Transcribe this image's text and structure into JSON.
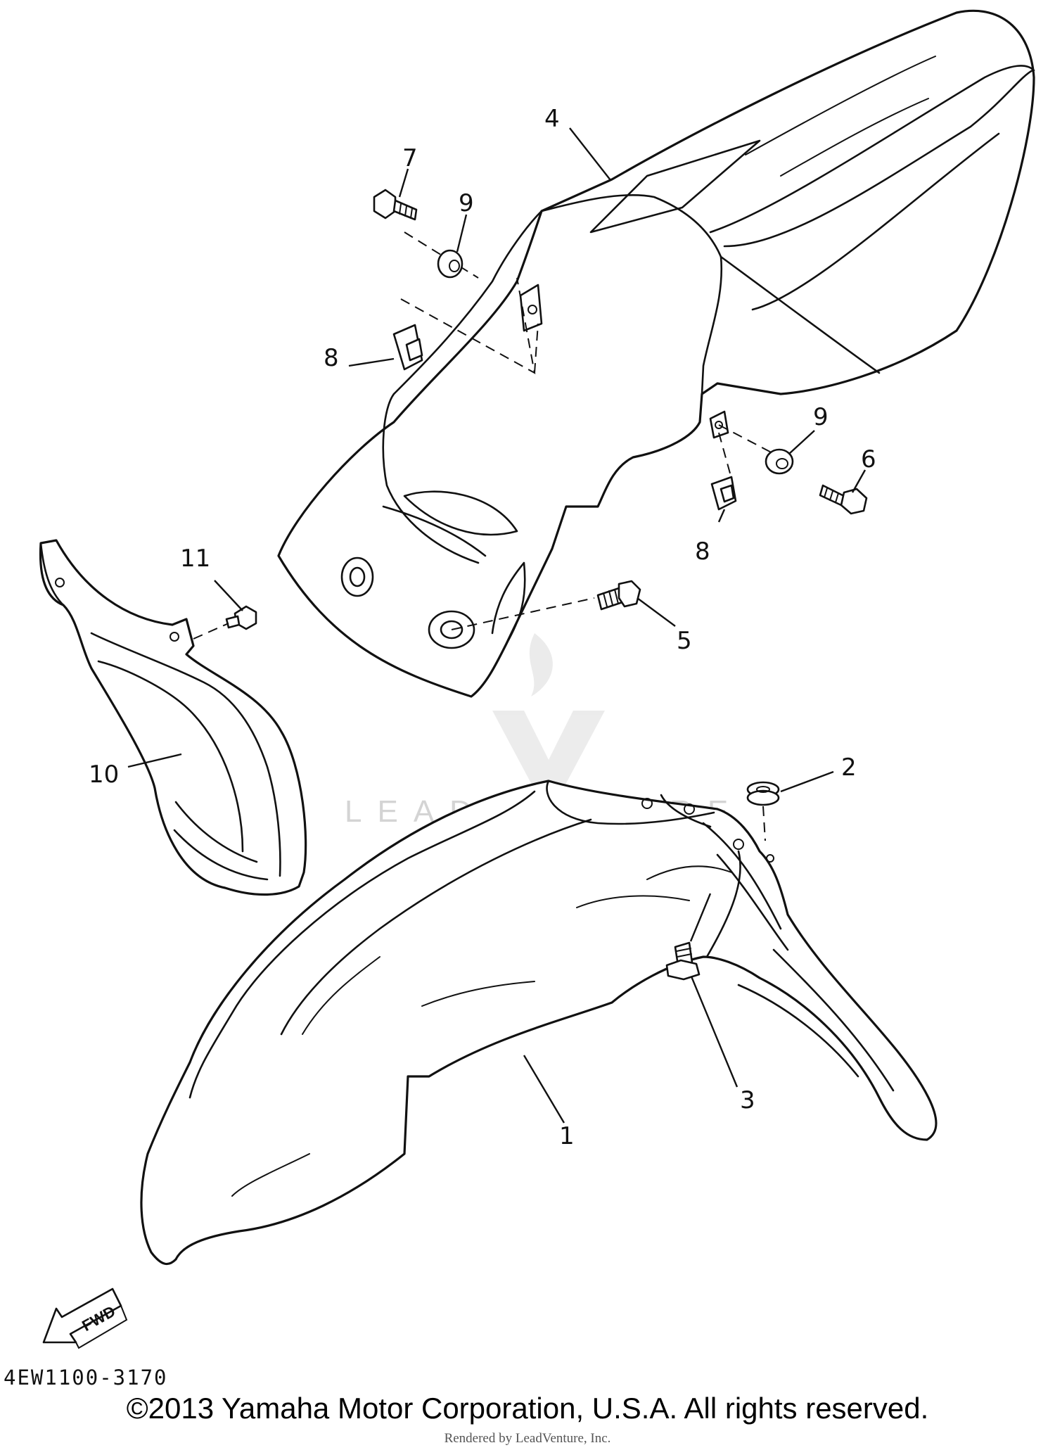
{
  "callouts": {
    "c1": "1",
    "c2": "2",
    "c3": "3",
    "c4": "4",
    "c5": "5",
    "c6": "6",
    "c7": "7",
    "c8a": "8",
    "c8b": "8",
    "c9a": "9",
    "c9b": "9",
    "c10": "10",
    "c11": "11"
  },
  "direction_arrow": "FWD",
  "diagram_code": "4EW1100-3170",
  "copyright": "©2013 Yamaha Motor Corporation, U.S.A. All rights reserved.",
  "rendered_by": "Rendered by LeadVenture, Inc.",
  "watermark": "LEADVENTURE",
  "colors": {
    "line": "#111111",
    "watermark": "#d4d4d4",
    "background": "#ffffff"
  }
}
